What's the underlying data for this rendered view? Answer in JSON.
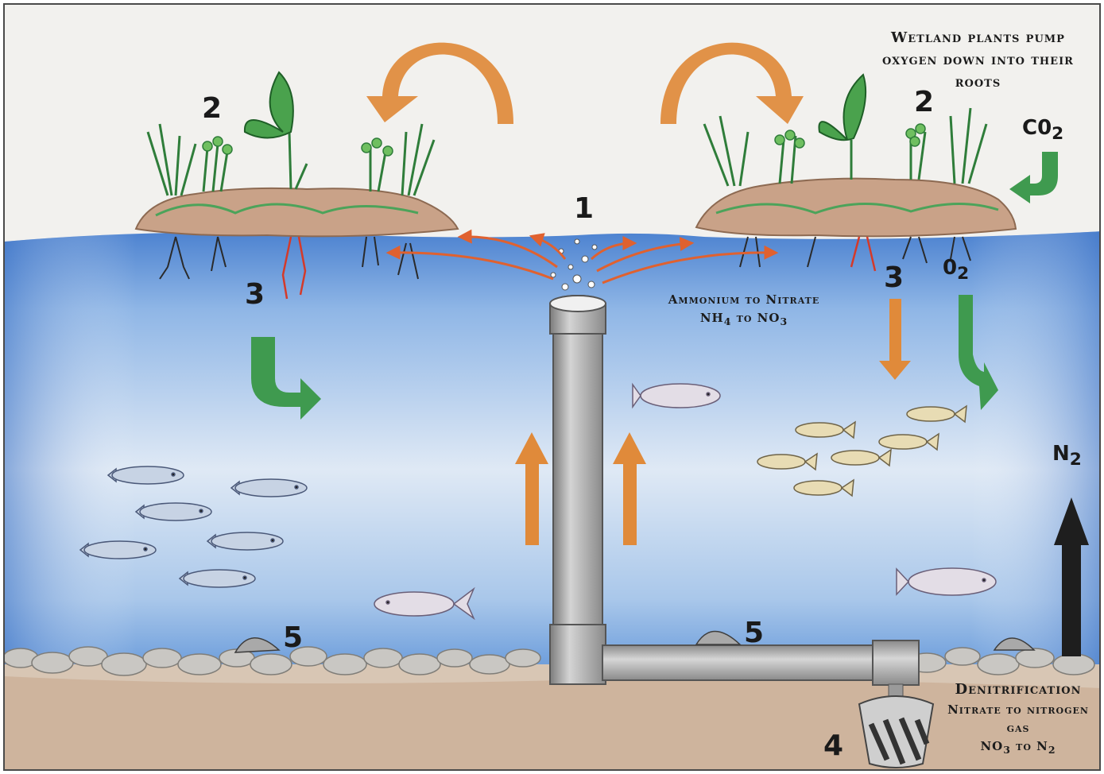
{
  "labels": {
    "one": "1",
    "two_left": "2",
    "two_right": "2",
    "three_left": "3",
    "three_right": "3",
    "four": "4",
    "five_left": "5",
    "five_right": "5"
  },
  "captions": {
    "wetland": [
      "Wetland plants pump",
      "oxygen down into their",
      "roots"
    ],
    "ammonium_title": "Ammonium to Nitrate",
    "ammonium_formula": {
      "a": "NH",
      "a_sub": "4",
      "mid": " to NO",
      "b_sub": "3"
    },
    "denit_title": "Denitrification",
    "denit_line1": "Nitrate to nitrogen",
    "denit_line2": "gas",
    "denit_formula": {
      "a": "NO",
      "a_sub": "3",
      "mid": " to N",
      "b_sub": "2"
    }
  },
  "chemicals": {
    "co2": {
      "base": "C0",
      "sub": "2"
    },
    "o2": {
      "base": "0",
      "sub": "2"
    },
    "n2": {
      "base": "N",
      "sub": "2"
    }
  },
  "colors": {
    "water": "#5c8fd6",
    "orange_arrow": "#e08a3a",
    "green_arrow": "#3f9a4f",
    "black_arrow": "#1e1e1e",
    "soil": "#c49a7a",
    "pipe": "#a9a9a9"
  }
}
